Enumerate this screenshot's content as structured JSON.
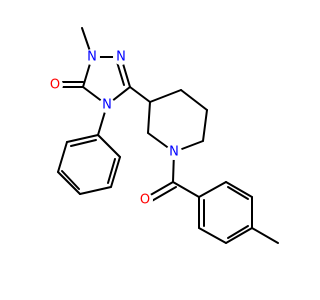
{
  "molecule": {
    "atoms": {
      "n1": {
        "label": "N"
      },
      "n2": {
        "label": "N"
      },
      "n4": {
        "label": "N"
      },
      "n_pip": {
        "label": "N"
      },
      "o_ring": {
        "label": "O"
      },
      "o_amide": {
        "label": "O"
      }
    },
    "colors": {
      "nitrogen": "#0000FF",
      "oxygen": "#FF0000",
      "bond": "#000000",
      "background": "#FFFFFF"
    }
  }
}
